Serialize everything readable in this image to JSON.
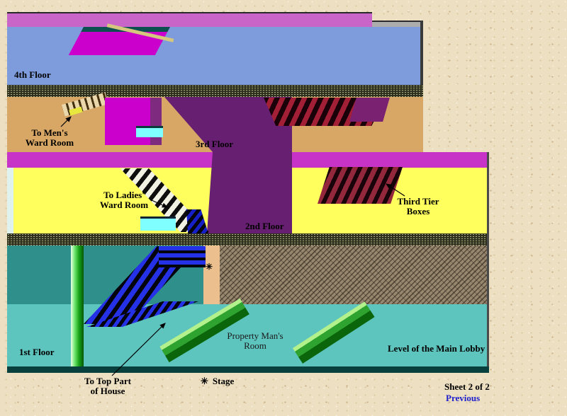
{
  "diagram": {
    "floor_labels": {
      "fourth": "4th Floor",
      "third": "3rd Floor",
      "second": "2nd Floor",
      "first": "1st Floor"
    },
    "annotations": {
      "mens_ward_line1": "To Men's",
      "mens_ward_line2": "Ward Room",
      "ladies_ward_line1": "To Ladies'",
      "ladies_ward_line2": "Ward Room",
      "third_tier_line1": "Third Tier",
      "third_tier_line2": "Boxes",
      "property_line1": "Property Man's",
      "property_line2": "Room",
      "lobby_label": "Level of the Main Lobby",
      "stage_marker": "✳"
    },
    "colors": {
      "background_parchment": "#EDDFC2",
      "top_band_pink": "#C965C9",
      "fourth_floor_blue": "#7E9BDB",
      "third_floor_tan": "#D8A766",
      "mid_band_magenta": "#C733C7",
      "second_floor_yellow": "#FFFF5E",
      "purple_tower": "#671F71",
      "magenta_wall": "#CC00CC",
      "cyan_step": "#7FFFFF",
      "first_floor_teal": "#2F8F8A",
      "lobby_teal": "#5EC4BE",
      "stair_blue": "#2431E6",
      "wall_green": "#2FA32F"
    }
  },
  "footer": {
    "top_part_line1": "To Top Part",
    "top_part_line2": "of House",
    "stage_symbol": "✳",
    "stage_label": "Stage",
    "sheet_label": "Sheet 2 of 2",
    "previous_label": "Previous",
    "link_color": "#2020CC"
  }
}
